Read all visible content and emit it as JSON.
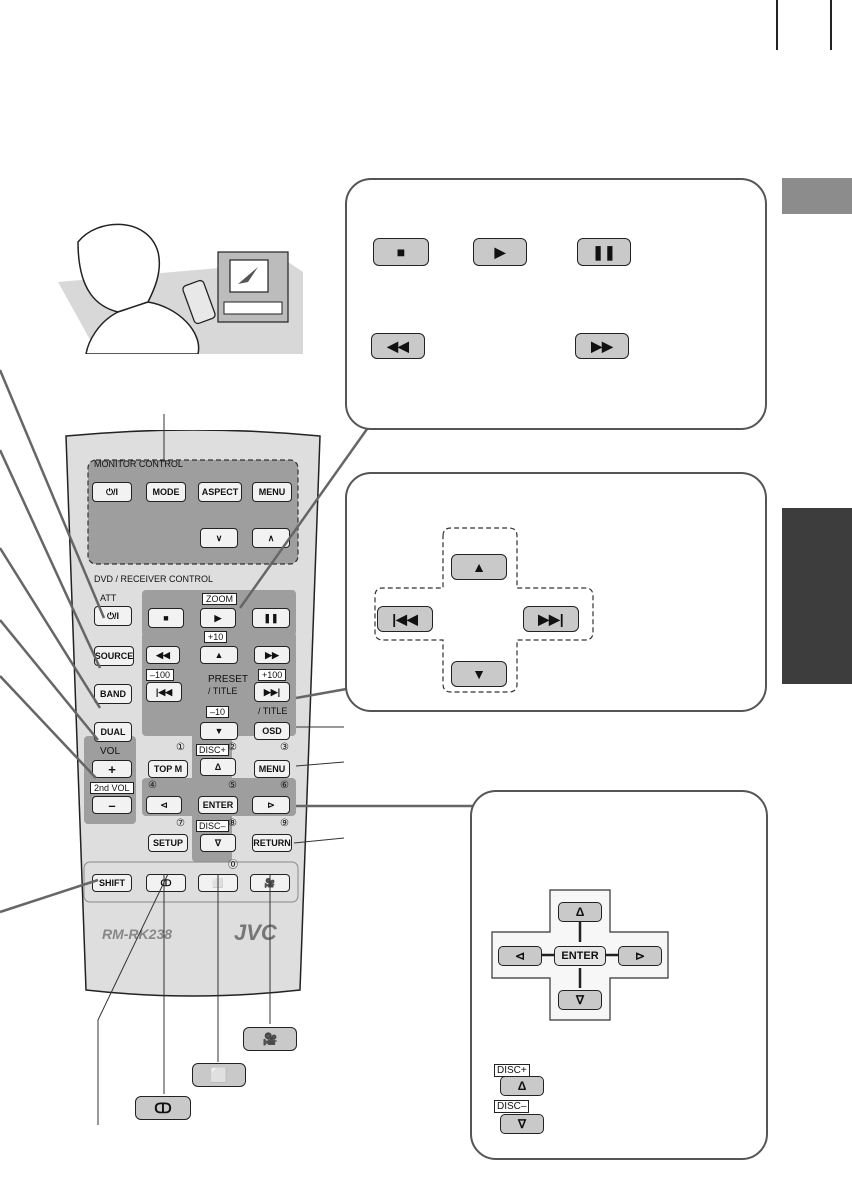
{
  "remote": {
    "model": "RM-RK238",
    "brand": "JVC",
    "monitor_control_label": "MONITOR  CONTROL",
    "dvd_receiver_label": "DVD / RECEIVER  CONTROL",
    "att_label": "ATT",
    "zoom_label": "ZOOM",
    "vol_label": "VOL",
    "second_vol_label": "2nd  VOL",
    "preset_label": "PRESET",
    "title_label": "/ TITLE",
    "title_label_2": "/ TITLE",
    "buttons": {
      "power_monitor": "⏻/I",
      "mode": "MODE",
      "aspect": "ASPECT",
      "menu_monitor": "MENU",
      "down_monitor": "∨",
      "up_monitor": "∧",
      "power_dvd": "⏻/I",
      "source": "SOURCE",
      "band": "BAND",
      "dual": "DUAL",
      "vol_plus": "+",
      "vol_minus": "–",
      "shift": "SHIFT",
      "stop": "■",
      "play": "▶",
      "pause": "❚❚",
      "rewind": "◀◀",
      "up": "▲",
      "fast_forward": "▶▶",
      "skip_back": "|◀◀",
      "skip_forward": "▶▶|",
      "down": "▼",
      "osd": "OSD",
      "top_m": "TOP M",
      "menu_dvd": "MENU",
      "cursor_up": "Δ",
      "cursor_left": "⊲",
      "enter": "ENTER",
      "cursor_right": "⊳",
      "setup": "SETUP",
      "cursor_down": "∇",
      "return": "RETURN",
      "audio": "ↀ",
      "subtitle": "⬜",
      "angle": "🎥"
    },
    "labels": {
      "plus10": "+10",
      "minus100": "–100",
      "plus100": "+100",
      "minus10": "–10",
      "disc_plus": "DISC+",
      "disc_minus": "DISC–"
    },
    "numbers": [
      "①",
      "②",
      "③",
      "④",
      "⑤",
      "⑥",
      "⑦",
      "⑧",
      "⑨",
      "⓪"
    ]
  },
  "callout_playback": {
    "stop": "■",
    "play": "▶",
    "pause": "❚❚",
    "rewind": "◀◀",
    "fast_forward": "▶▶"
  },
  "callout_navigation": {
    "up": "▲",
    "skip_back": "|◀◀",
    "skip_forward": "▶▶|",
    "down": "▼"
  },
  "callout_cursor": {
    "up": "Δ",
    "left": "⊲",
    "enter": "ENTER",
    "right": "⊳",
    "down": "∇",
    "disc_plus_label": "DISC+",
    "disc_minus_label": "DISC–",
    "disc_plus_button": "Δ",
    "disc_minus_button": "∇"
  },
  "colors": {
    "tab_light": "#8c8c8c",
    "tab_dark": "#3d3d3d",
    "remote_body": "#dedede",
    "panel": "#9e9e9e"
  }
}
